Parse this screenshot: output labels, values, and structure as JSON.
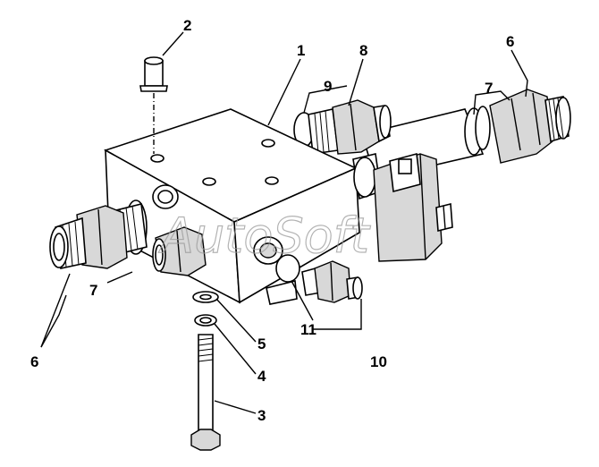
{
  "diagram": {
    "watermark": "AutoSoft",
    "callouts": {
      "c1": "1",
      "c2": "2",
      "c3": "3",
      "c4": "4",
      "c5": "5",
      "c6_left": "6",
      "c6_right": "6",
      "c7_left": "7",
      "c7_right": "7",
      "c8": "8",
      "c9": "9",
      "c10": "10",
      "c11": "11"
    }
  }
}
